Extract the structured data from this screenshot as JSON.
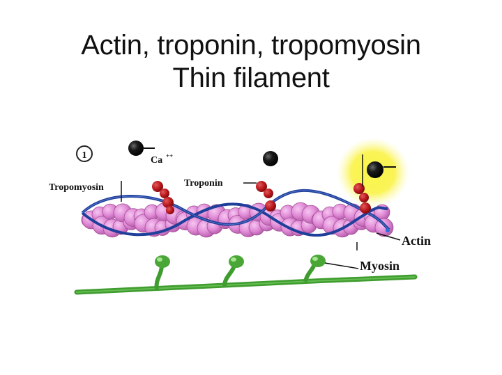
{
  "slide": {
    "title_line1": "Actin, troponin, tropomyosin",
    "title_line2": "Thin filament"
  },
  "diagram": {
    "step_number": "1",
    "labels": {
      "calcium": "Ca",
      "calcium_charge": "++",
      "tropomyosin": "Tropomyosin",
      "troponin": "Troponin",
      "actin": "Actin",
      "myosin": "Myosin"
    },
    "colors": {
      "actin": "#e38fd9",
      "tropomyosin": "#1f3f9a",
      "troponin": "#b8161b",
      "calcium": "#111111",
      "myosin": "#4aa637",
      "highlight": "#f7f21a"
    }
  }
}
